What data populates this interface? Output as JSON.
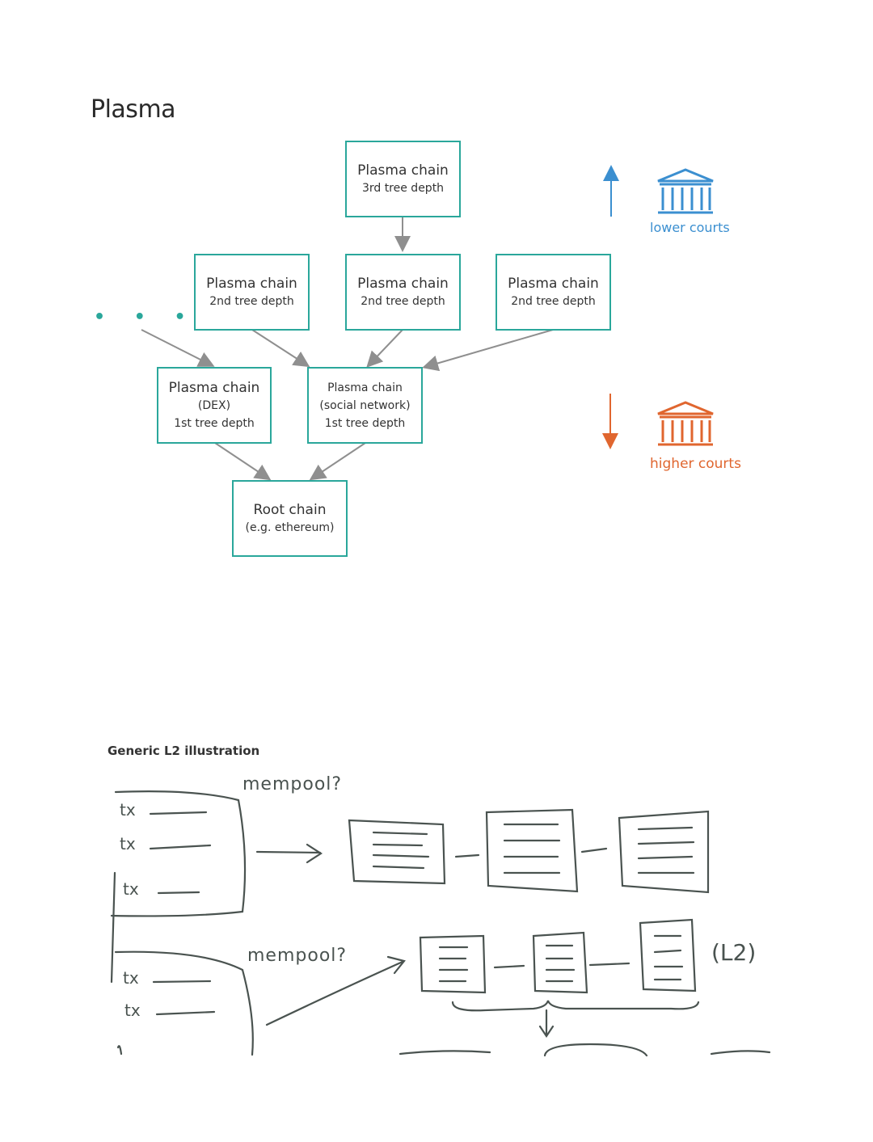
{
  "plasma": {
    "title": "Plasma",
    "ellipsis": "• • •",
    "nodes": {
      "third": {
        "line1": "Plasma chain",
        "line2": "3rd tree depth"
      },
      "second_left": {
        "line1": "Plasma chain",
        "line2": "2nd tree depth"
      },
      "second_mid": {
        "line1": "Plasma chain",
        "line2": "2nd tree depth"
      },
      "second_right": {
        "line1": "Plasma chain",
        "line2": "2nd tree depth"
      },
      "first_dex": {
        "line1": "Plasma chain",
        "line2": "(DEX)",
        "line3": "1st tree depth"
      },
      "first_social": {
        "line1": "Plasma chain",
        "line2": "(social network)",
        "line3": "1st tree depth"
      },
      "root": {
        "line1": "Root chain",
        "line2": "(e.g. ethereum)"
      }
    },
    "courts": {
      "lower": {
        "label": "lower courts",
        "color": "#3b8fd0",
        "icon": "courthouse-icon"
      },
      "higher": {
        "label": "higher courts",
        "color": "#e0662f",
        "icon": "courthouse-icon"
      }
    }
  },
  "l2": {
    "title": "Generic L2 illustration",
    "mempool_top": "mempool?",
    "mempool_bottom": "mempool?",
    "tx_label": "tx",
    "l2_tag": "(L2)"
  }
}
